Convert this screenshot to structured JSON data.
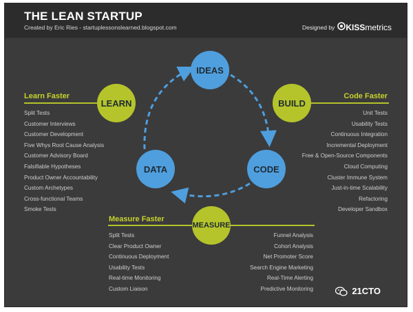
{
  "header": {
    "title": "THE LEAN STARTUP",
    "subtitle": "Created by Eric Ries - startuplessonslearned.blogspot.com",
    "designed_by": "Designed by",
    "logo_kiss": "KISS",
    "logo_metrics": "metrics"
  },
  "colors": {
    "background": "#3b3b3c",
    "header": "#2c2c2d",
    "blue": "#4f9fde",
    "green": "#b5c42a",
    "text": "#cfcfcf"
  },
  "cycle": {
    "ideas": "IDEAS",
    "code": "CODE",
    "data": "DATA"
  },
  "learn": {
    "circle": "LEARN",
    "title": "Learn Faster",
    "items": [
      "Split Tests",
      "Customer Interviews",
      "Customer Development",
      "Five Whys Root Cause Analysis",
      "Customer Advisory Board",
      "Falsifiable Hypotheses",
      "Product Owner Accountability",
      "Custom Archetypes",
      "Cross-functional Teams",
      "Smoke Tests"
    ]
  },
  "build": {
    "circle": "BUILD",
    "title": "Code Faster",
    "items": [
      "Unit Tests",
      "Usability Tests",
      "Continuous Integration",
      "Incremental Deployment",
      "Free & Open-Source Components",
      "Cloud Computing",
      "Cluster Immune System",
      "Just-in-time Scalability",
      "Refactoring",
      "Developer Sandbox"
    ]
  },
  "measure": {
    "circle": "MEASURE",
    "title": "Measure Faster",
    "left_items": [
      "Split Tests",
      "Clear Product Owner",
      "Continuous Deployment",
      "Usability Tests",
      "Real-time Monitoring",
      "Custom Liaison"
    ],
    "right_items": [
      "Funnel Analysis",
      "Cohort Analysis",
      "Net Promoter Score",
      "Search Engine Marketing",
      "Real-Time Alerting",
      "Predictive Monitoring"
    ]
  },
  "watermark": {
    "text": "21CTO",
    "icon": "wechat-icon"
  }
}
